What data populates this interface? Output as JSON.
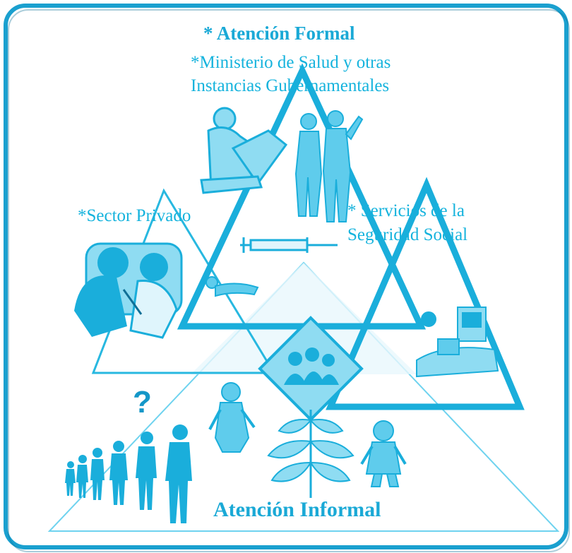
{
  "diagram": {
    "labels": {
      "formal": "* Atención Formal",
      "ministerio_line1": "*Ministerio de Salud y otras",
      "ministerio_line2": "Instancias Gubernamentales",
      "privado": "*Sector Privado",
      "servicios_line1": "* Servicios de la",
      "servicios_line2": "Seguridad Social",
      "informal": "Atención Informal",
      "question": "?"
    },
    "colors": {
      "primary": "#15b3dd",
      "frame": "#1aa0cf",
      "fill": "#8fdcf2",
      "background": "#ffffff"
    },
    "icons": [
      "doctor-writing-icon",
      "surgeons-icon",
      "syringe-icon",
      "patient-icon",
      "doctor-exam-icon",
      "family-icon",
      "computer-lab-icon",
      "walking-people-icon",
      "woman-icon",
      "plant-icon",
      "traditional-healer-icon"
    ]
  }
}
